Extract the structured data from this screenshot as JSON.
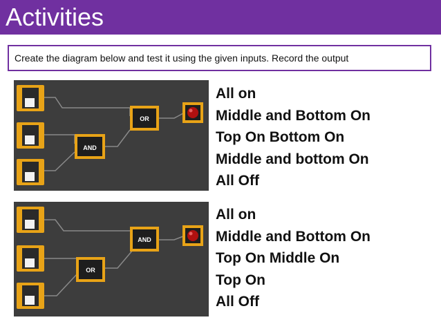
{
  "header": {
    "title": "Activities",
    "color": "#7030a0"
  },
  "instruction": "Create the diagram below and test it using the given inputs. Record the output",
  "circuits": [
    {
      "first_gate": "AND",
      "second_gate": "OR",
      "inputs": 3,
      "output": "lamp",
      "icons": [
        "switch-icon",
        "gate-box",
        "lamp-icon"
      ],
      "items": [
        "All on",
        "Middle and Bottom On",
        "Top On Bottom On",
        "Middle and bottom On",
        "All Off"
      ]
    },
    {
      "first_gate": "OR",
      "second_gate": "AND",
      "inputs": 3,
      "output": "lamp",
      "icons": [
        "switch-icon",
        "gate-box",
        "lamp-icon"
      ],
      "items": [
        "All on",
        "Middle and Bottom On",
        "Top On Middle On",
        "Top On",
        "All Off"
      ]
    }
  ],
  "colors": {
    "board": "#3d3d3d",
    "switch_frame": "#e8a317",
    "lamp": "#b01010",
    "wire": "#8a8a8a"
  }
}
